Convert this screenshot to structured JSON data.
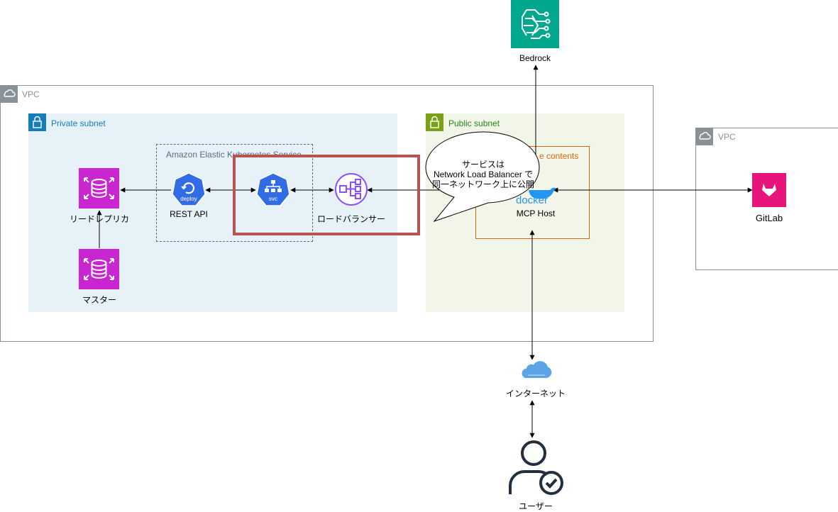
{
  "nodes": {
    "bedrock": "Bedrock",
    "vpc_main": "VPC",
    "vpc_right": "VPC",
    "private_subnet": "Private subnet",
    "public_subnet": "Public subnet",
    "eks": "Amazon Elastic Kubernetes Service",
    "read_replica": "リードレプリカ",
    "master": "マスター",
    "rest_api": "REST API",
    "deploy_icon_text": "deploy",
    "svc_icon_text": "svc",
    "load_balancer": "ロードバランサー",
    "instance_contents": "e contents",
    "docker_text": "docker",
    "mcp_host": "MCP Host",
    "gitlab": "GitLab",
    "internet": "インターネット",
    "user": "ユーザー"
  },
  "callout": {
    "line1": "サービスは",
    "line2": "Network Load Balancer で",
    "line3": "同一ネットワーク上に公開"
  },
  "colors": {
    "bedrock": "#01A88D",
    "rds": "#C925D1",
    "eks_blue": "#326CE5",
    "lb_purple": "#8C4FFF",
    "gitlab_pink": "#E7157B",
    "private_bg": "#E6F2F8",
    "private_accent": "#147EBA",
    "public_bg": "#F2F6E8",
    "public_accent": "#7AA116",
    "instance_border": "#D86613",
    "highlight_red": "#B85450",
    "docker_blue": "#2496ED",
    "cloud_blue": "#5BA4E6",
    "vpc_gray": "#879196"
  }
}
